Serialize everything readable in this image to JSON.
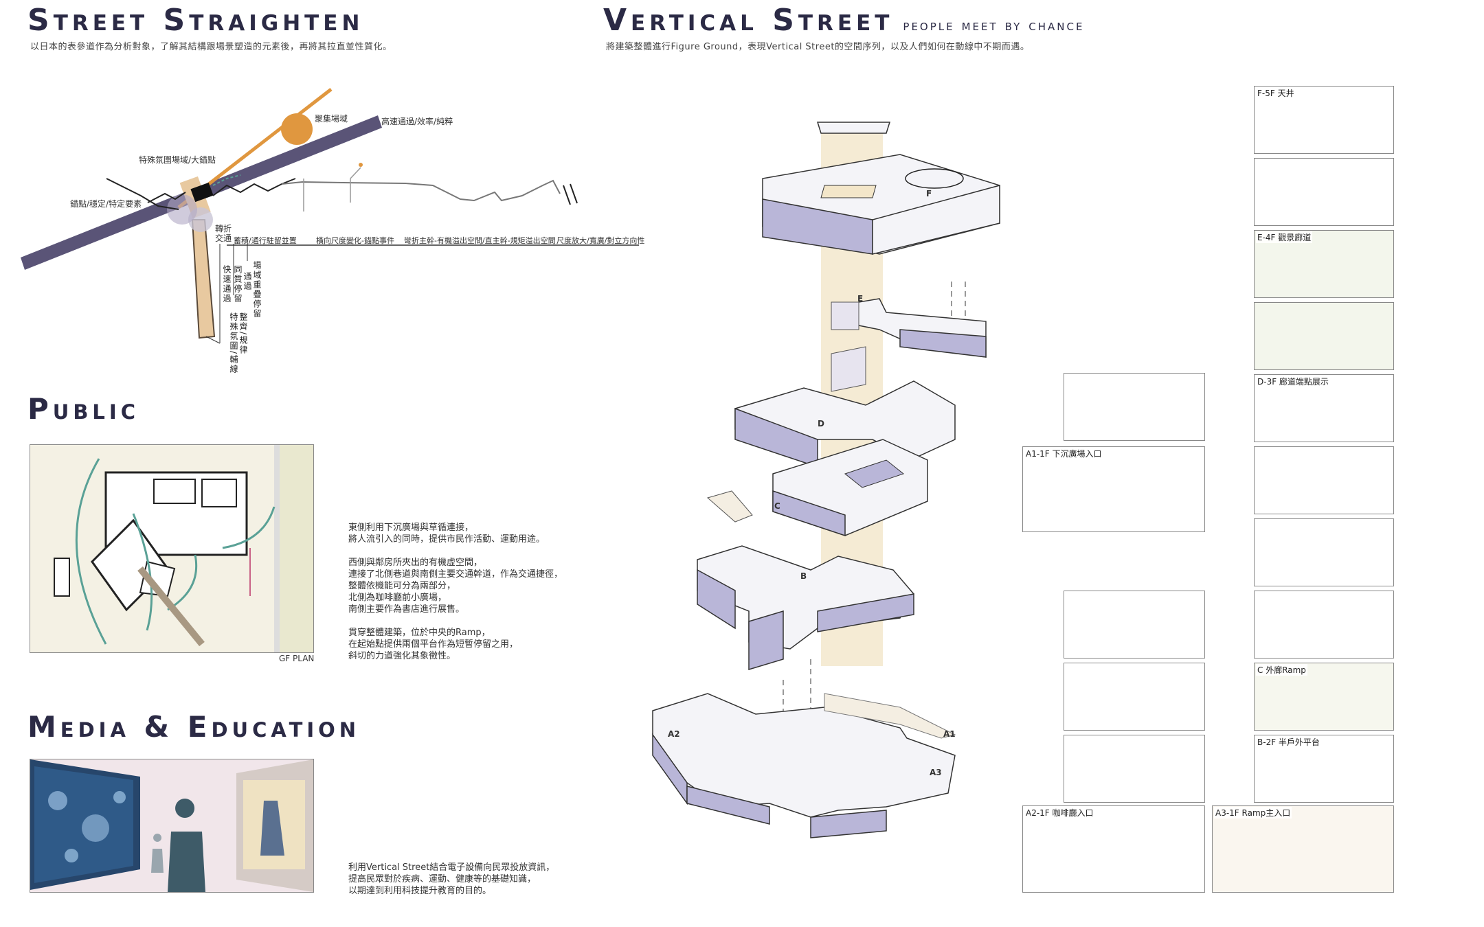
{
  "headings": {
    "street_straighten": "Street Straighten",
    "vertical_street": "Vertical Street",
    "vertical_street_sub": "people meet by chance",
    "public": "Public",
    "media_education": "Media & Education"
  },
  "captions": {
    "street_straighten": "以日本的表參道作為分析對象，了解其結構跟場景塑造的元素後，再將其拉直並性質化。",
    "vertical_street": "將建築整體進行Figure Ground，表現Vertical Street的空間序列，以及人們如何在動線中不期而遇。"
  },
  "street_diagram": {
    "labels": {
      "gathering": "聚集場域",
      "highway": "高速通過/效率/純粹",
      "special_atmos": "特殊氛圍場域/大錨點",
      "anchor": "錨點/穩定/特定要素",
      "turn": "轉折\n交通",
      "seg1": "蓄積/通行駐留並置",
      "seg2": "橫向尺度變化-錨點事件",
      "seg3": "彎折主幹-有機溢出空間/直主幹-規矩溢出空間",
      "seg4": "尺度放大/寬廣/對立方向性",
      "v1": "快速通過",
      "v2": "同質停留",
      "v3": "通過",
      "v4": "場域重疊停留",
      "v5": "特殊氛圍/輔線",
      "v6": "整齊/規律"
    },
    "colors": {
      "road": "#5a5477",
      "orange": "#e0973f",
      "tan": "#e8c9a0"
    }
  },
  "public": {
    "plan_label": "GF PLAN",
    "text": "東側利用下沉廣場與草循連接，\n將人流引入的同時，提供市民作活動、運動用途。\n\n西側與鄰房所夾出的有機虛空間，\n連接了北側巷道與南側主要交通幹道，作為交通捷徑，\n整體依機能可分為兩部分，\n北側為咖啡廳前小廣場，\n南側主要作為書店進行展售。\n\n貫穿整體建築，位於中央的Ramp，\n在起始點提供兩個平台作為短暫停留之用，\n斜切的力道強化其象徵性。"
  },
  "media": {
    "text": "利用Vertical Street結合電子設備向民眾投放資訊，\n提高民眾對於疾病、運動、健康等的基礎知識，\n以期達到利用科技提升教育的目的。"
  },
  "axon": {
    "markers": [
      "F",
      "E",
      "D",
      "C",
      "B",
      "A1",
      "A2",
      "A3"
    ],
    "colors": {
      "side": "#b9b6d8",
      "top": "#f4f4f8",
      "column": "#f3e6c9"
    }
  },
  "frames": {
    "f5": "F-5F 天井",
    "e4": "E-4F 觀景廊道",
    "d3": "D-3F 廊道端點展示",
    "a1": "A1-1F 下沉廣場入口",
    "c": "C 外廊Ramp",
    "b2": "B-2F 半戶外平台",
    "a2": "A2-1F 咖啡廳入口",
    "a3": "A3-1F Ramp主入口"
  }
}
